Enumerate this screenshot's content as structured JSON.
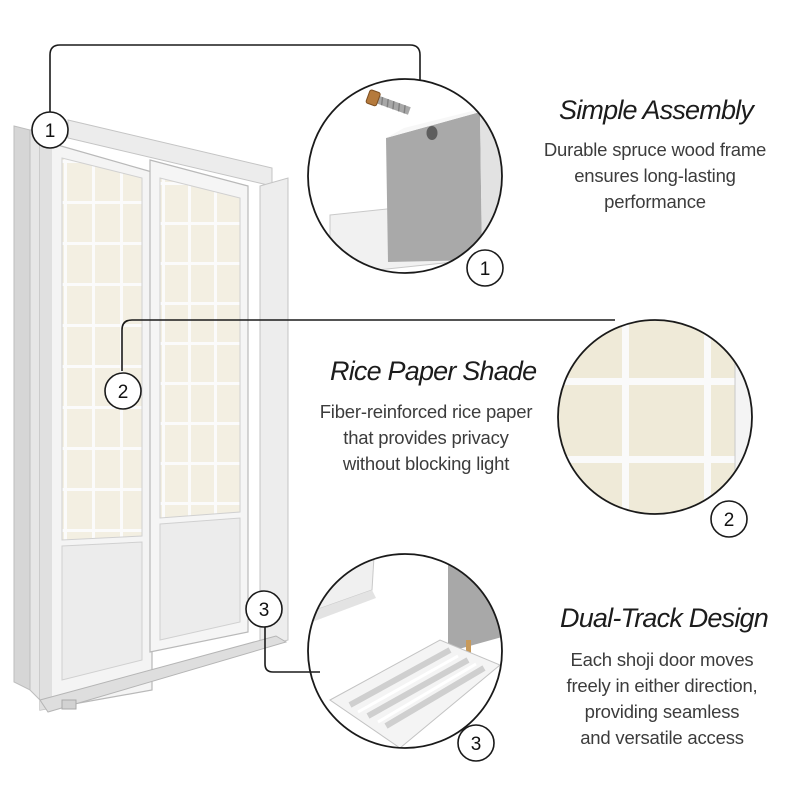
{
  "features": [
    {
      "number": "1",
      "title": "Simple Assembly",
      "description": [
        "Durable spruce wood frame",
        "ensures long-lasting",
        "performance"
      ]
    },
    {
      "number": "2",
      "title": "Rice Paper Shade",
      "description": [
        "Fiber-reinforced rice paper",
        "that provides privacy",
        "without blocking light"
      ]
    },
    {
      "number": "3",
      "title": "Dual-Track Design",
      "description": [
        "Each shoji door moves",
        "freely in either direction,",
        "providing seamless",
        "and versatile access"
      ]
    }
  ],
  "colors": {
    "paper": "#f3efe2",
    "frame": "#f2f2f2",
    "frame_shadow": "#c9c9c9",
    "leader_line": "#1a1a1a"
  }
}
